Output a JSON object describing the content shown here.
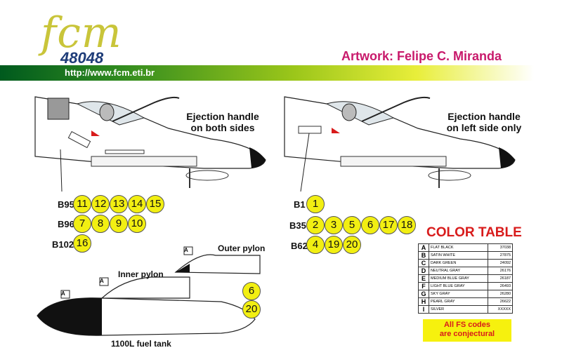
{
  "logo": {
    "brand": "fcm",
    "number": "48048"
  },
  "url": "http://www.fcm.eti.br",
  "artwork": "Artwork: Felipe C. Miranda",
  "left_panel": {
    "callout_line1": "Ejection handle",
    "callout_line2": "on both sides",
    "rows": [
      {
        "label": "B95",
        "items": [
          "11",
          "12",
          "13",
          "14",
          "15"
        ]
      },
      {
        "label": "B96",
        "items": [
          "7",
          "8",
          "9",
          "10"
        ]
      },
      {
        "label": "B102",
        "items": [
          "16"
        ]
      }
    ]
  },
  "right_panel": {
    "callout_line1": "Ejection handle",
    "callout_line2": "on left side only",
    "rows": [
      {
        "label": "B1",
        "items": [
          "1"
        ]
      },
      {
        "label": "B35",
        "items": [
          "2",
          "3",
          "5",
          "6",
          "17",
          "18"
        ]
      },
      {
        "label": "B62",
        "items": [
          "4",
          "19",
          "20"
        ]
      }
    ]
  },
  "bottom": {
    "outer_pylon": "Outer pylon",
    "inner_pylon": "Inner pylon",
    "fuel_tank": "1100L fuel tank",
    "marker": "A",
    "items": [
      "6",
      "20"
    ]
  },
  "color_table": {
    "title": "COLOR TABLE",
    "rows": [
      {
        "key": "A",
        "name": "FLAT BLACK",
        "code": "37038"
      },
      {
        "key": "B",
        "name": "SATIN WHITE",
        "code": "27875"
      },
      {
        "key": "C",
        "name": "DARK GREEN",
        "code": "24092"
      },
      {
        "key": "D",
        "name": "NEUTRAL GRAY",
        "code": "26176"
      },
      {
        "key": "E",
        "name": "MEDIUM BLUE GRAY",
        "code": "26187"
      },
      {
        "key": "F",
        "name": "LIGHT BLUE GRAY",
        "code": "26493"
      },
      {
        "key": "G",
        "name": "SKY GRAY",
        "code": "26280"
      },
      {
        "key": "H",
        "name": "PEARL GRAY",
        "code": "26622"
      },
      {
        "key": "I",
        "name": "SILVER",
        "code": "XXXXX"
      }
    ],
    "note_line1": "All FS codes",
    "note_line2": "are conjectural"
  },
  "colors": {
    "banner_green": "#2f8a1f",
    "accent_magenta": "#c8196b",
    "table_red": "#d81b1b",
    "decal_yellow": "#f2ef12"
  }
}
